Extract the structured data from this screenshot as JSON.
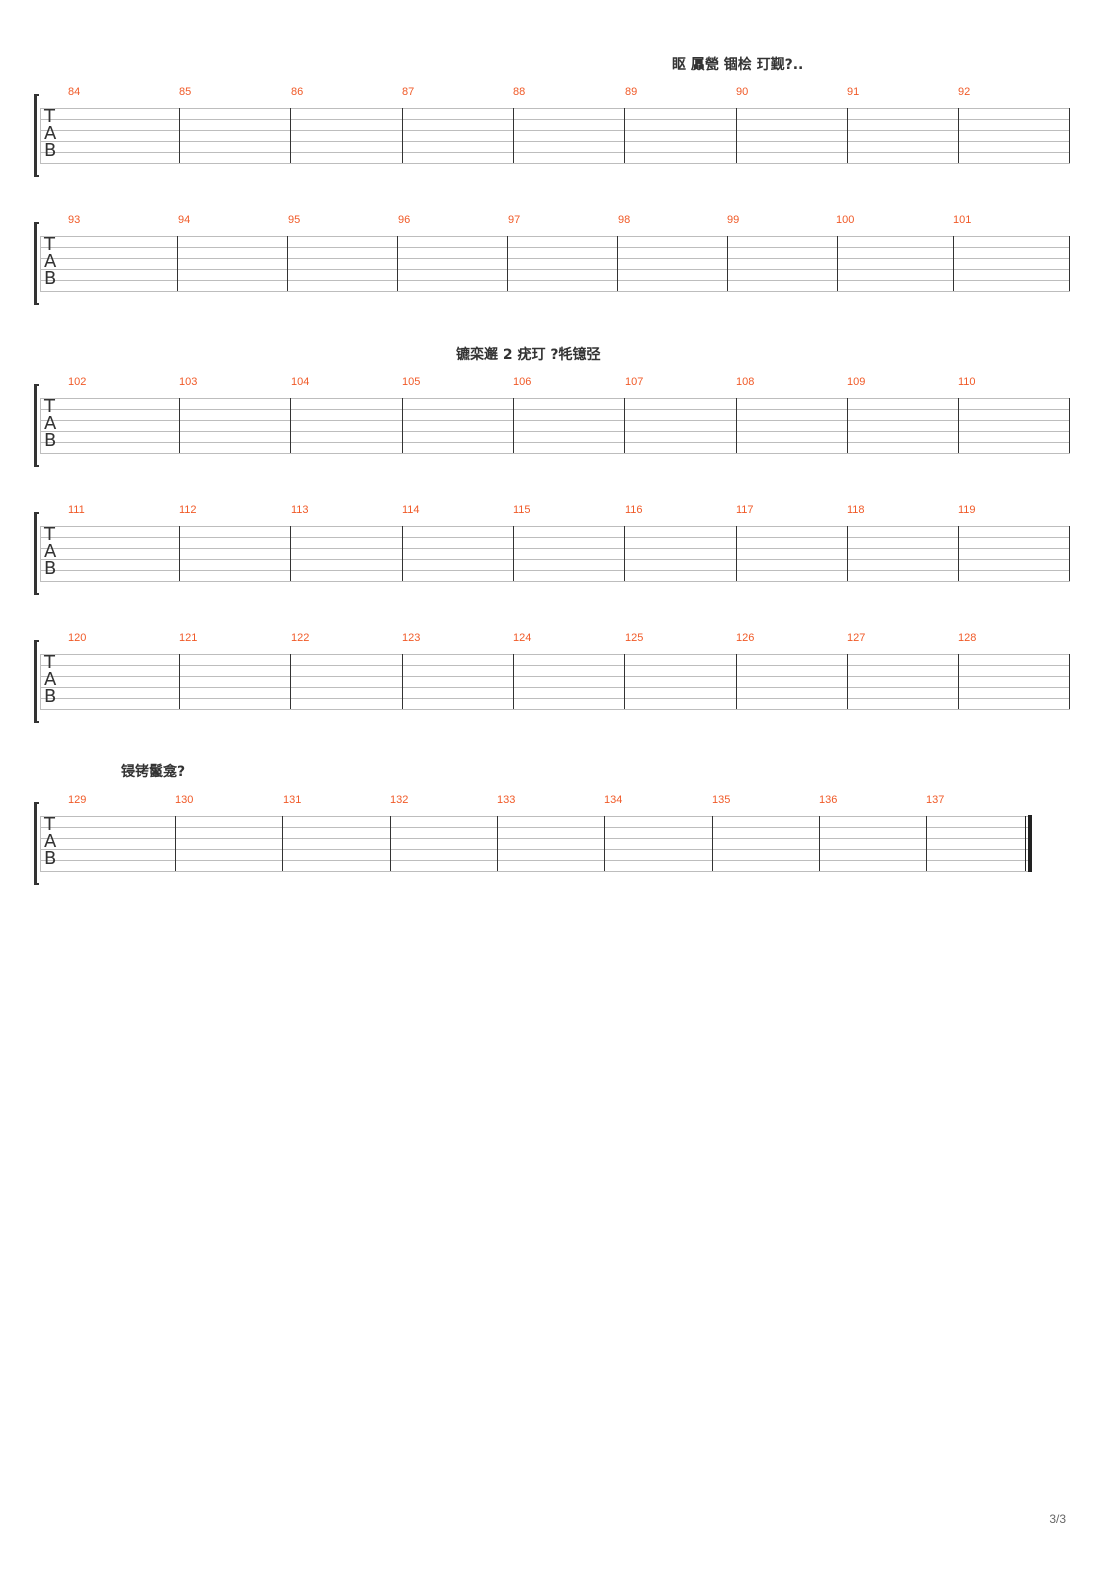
{
  "section_labels": [
    {
      "id": "label-1",
      "text": "眍 屭甇 锢桧 玎觐?.."
    },
    {
      "id": "label-2",
      "text": "镳栾邂 2 疣玎 ?牦镱弪"
    },
    {
      "id": "label-3",
      "text": "锓铐鬣龛?"
    }
  ],
  "tab_clef": [
    "T",
    "A",
    "B"
  ],
  "systems": [
    {
      "measures": [
        "84",
        "85",
        "86",
        "87",
        "88",
        "89",
        "90",
        "91",
        "92"
      ]
    },
    {
      "measures": [
        "93",
        "94",
        "95",
        "96",
        "97",
        "98",
        "99",
        "100",
        "101"
      ]
    },
    {
      "measures": [
        "102",
        "103",
        "104",
        "105",
        "106",
        "107",
        "108",
        "109",
        "110"
      ]
    },
    {
      "measures": [
        "111",
        "112",
        "113",
        "114",
        "115",
        "116",
        "117",
        "118",
        "119"
      ]
    },
    {
      "measures": [
        "120",
        "121",
        "122",
        "123",
        "124",
        "125",
        "126",
        "127",
        "128"
      ]
    },
    {
      "measures": [
        "129",
        "130",
        "131",
        "132",
        "133",
        "134",
        "135",
        "136",
        "137"
      ],
      "final_barline": true
    }
  ],
  "page_number": "3/3",
  "colors": {
    "measure_number": "#f05a28",
    "staff_line": "#bdbdbd",
    "barline": "#333333"
  }
}
